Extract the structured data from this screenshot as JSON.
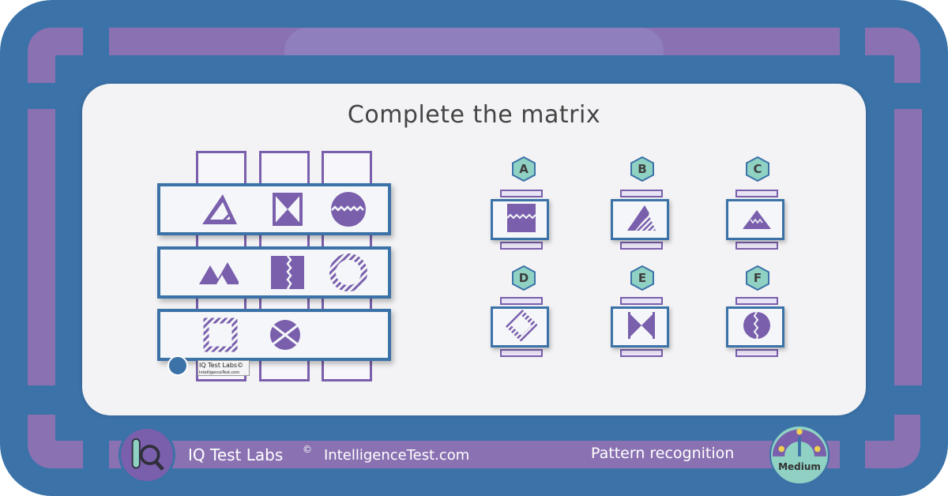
{
  "colors": {
    "frame_blue": "#3b72a8",
    "purple": "#7a5fac",
    "accent_bar": "#8a72b2",
    "card": "#f3f3f5",
    "hex_teal": "#8fd1c3"
  },
  "puzzle": {
    "title": "Complete the matrix"
  },
  "matrix": {
    "rows": [
      [
        "striped-triangle",
        "hourglass",
        "zigzag-circle"
      ],
      [
        "double-mountain",
        "zigzag-square",
        "striped-ring"
      ],
      [
        "striped-square",
        "x-cut-circle",
        "missing"
      ]
    ]
  },
  "options": [
    {
      "letter": "A",
      "shape": "zigzag-square-small"
    },
    {
      "letter": "B",
      "shape": "striped-triangle"
    },
    {
      "letter": "C",
      "shape": "mountain"
    },
    {
      "letter": "D",
      "shape": "striped-diamond"
    },
    {
      "letter": "E",
      "shape": "bowtie-square"
    },
    {
      "letter": "F",
      "shape": "zigzag-split-circle"
    }
  ],
  "watermark": {
    "brand": "IQ Test Labs©",
    "site": "IntelligenceTest.com"
  },
  "footer": {
    "brand": "IQ Test Labs",
    "copyright": "©",
    "site": "IntelligenceTest.com",
    "category": "Pattern recognition",
    "difficulty": "Medium"
  }
}
